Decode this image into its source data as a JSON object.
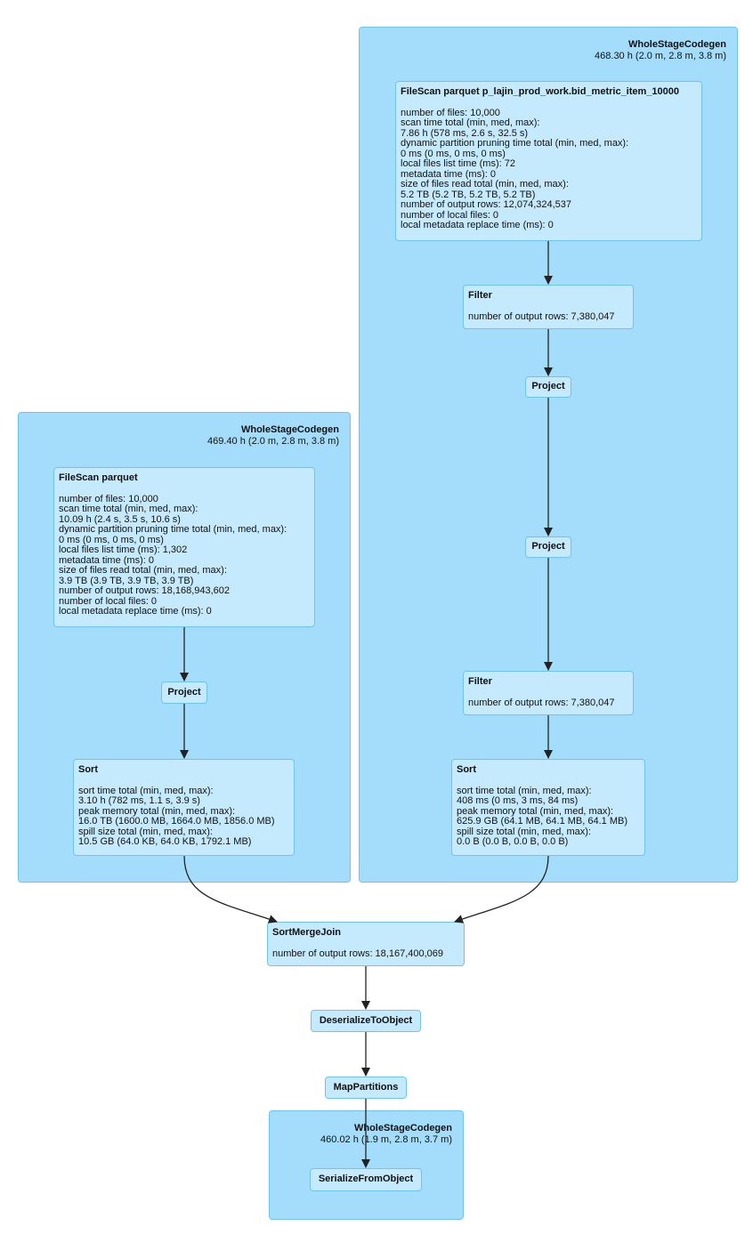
{
  "clusters": {
    "right": {
      "name": "WholeStageCodegen",
      "metric": "468.30 h (2.0 m, 2.8 m, 3.8 m)"
    },
    "left": {
      "name": "WholeStageCodegen",
      "metric": "469.40 h (2.0 m, 2.8 m, 3.8 m)"
    },
    "bottom": {
      "name": "WholeStageCodegen",
      "metric": "460.02 h (1.9 m, 2.8 m, 3.7 m)"
    }
  },
  "nodes": {
    "filescan_right": {
      "title": "FileScan parquet p_lajin_prod_work.bid_metric_item_10000",
      "metrics": [
        "number of files: 10,000",
        "scan time total (min, med, max):",
        "7.86 h (578 ms, 2.6 s, 32.5 s)",
        "dynamic partition pruning time total (min, med, max):",
        "0 ms (0 ms, 0 ms, 0 ms)",
        "local files list time (ms): 72",
        "metadata time (ms): 0",
        "size of files read total (min, med, max):",
        "5.2 TB (5.2 TB, 5.2 TB, 5.2 TB)",
        "number of output rows: 12,074,324,537",
        "number of local files: 0",
        "local metadata replace time (ms): 0"
      ]
    },
    "filter_right_1": {
      "title": "Filter",
      "metrics": [
        "number of output rows: 7,380,047"
      ]
    },
    "project_right_1": {
      "title": "Project"
    },
    "project_right_2": {
      "title": "Project"
    },
    "filter_right_2": {
      "title": "Filter",
      "metrics": [
        "number of output rows: 7,380,047"
      ]
    },
    "sort_right": {
      "title": "Sort",
      "metrics": [
        "sort time total (min, med, max):",
        "408 ms (0 ms, 3 ms, 84 ms)",
        "peak memory total (min, med, max):",
        "625.9 GB (64.1 MB, 64.1 MB, 64.1 MB)",
        "spill size total (min, med, max):",
        "0.0 B (0.0 B, 0.0 B, 0.0 B)"
      ]
    },
    "filescan_left": {
      "title": "FileScan parquet",
      "metrics": [
        "number of files: 10,000",
        "scan time total (min, med, max):",
        "10.09 h (2.4 s, 3.5 s, 10.6 s)",
        "dynamic partition pruning time total (min, med, max):",
        "0 ms (0 ms, 0 ms, 0 ms)",
        "local files list time (ms): 1,302",
        "metadata time (ms): 0",
        "size of files read total (min, med, max):",
        "3.9 TB (3.9 TB, 3.9 TB, 3.9 TB)",
        "number of output rows: 18,168,943,602",
        "number of local files: 0",
        "local metadata replace time (ms): 0"
      ]
    },
    "project_left": {
      "title": "Project"
    },
    "sort_left": {
      "title": "Sort",
      "metrics": [
        "sort time total (min, med, max):",
        "3.10 h (782 ms, 1.1 s, 3.9 s)",
        "peak memory total (min, med, max):",
        "16.0 TB (1600.0 MB, 1664.0 MB, 1856.0 MB)",
        "spill size total (min, med, max):",
        "10.5 GB (64.0 KB, 64.0 KB, 1792.1 MB)"
      ]
    },
    "smj": {
      "title": "SortMergeJoin",
      "metrics": [
        "number of output rows: 18,167,400,069"
      ]
    },
    "deserialize": {
      "title": "DeserializeToObject"
    },
    "mappartitions": {
      "title": "MapPartitions"
    },
    "serialize": {
      "title": "SerializeFromObject"
    }
  },
  "colors": {
    "cluster_fill": "#a3ddfb",
    "node_fill": "#c6eafd",
    "border": "#6fc4ef",
    "edge": "#222222"
  }
}
